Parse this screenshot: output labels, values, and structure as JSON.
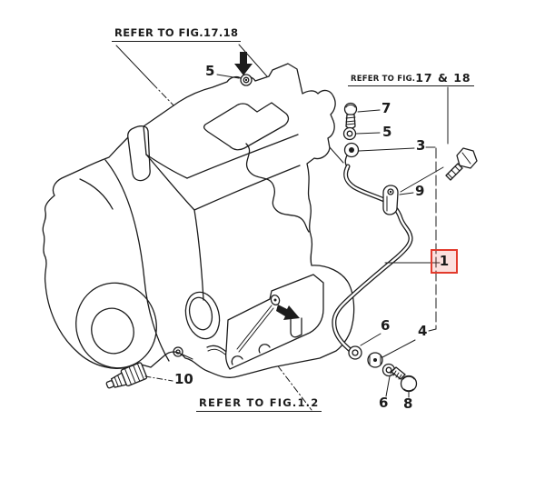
{
  "diagram_title": "engine-oil-pipe-parts-diagram",
  "colors": {
    "background": "#ffffff",
    "line": "#1c1c1c",
    "highlight_border": "#e23a2c",
    "highlight_fill": "rgba(238,85,72,0.18)"
  },
  "references": {
    "top_left": {
      "text": "REFER TO FIG.17.18"
    },
    "top_right": {
      "prefix": "REFER TO FIG.",
      "figures": "17 & 18"
    },
    "bottom": {
      "text": "REFER TO FIG.1.2"
    }
  },
  "callouts": {
    "grommet_top": {
      "label": "5"
    },
    "bolt_top_right": {
      "label": "7"
    },
    "washer_top_right": {
      "label": "5"
    },
    "eyelet_joint": {
      "label": "3"
    },
    "pipe_clamp": {
      "label": "9"
    },
    "oil_pipe_highlighted": {
      "label": "1",
      "highlighted": true
    },
    "washer_upper": {
      "label": "6"
    },
    "connector": {
      "label": "4"
    },
    "washer_lower": {
      "label": "6"
    },
    "bolt_lower": {
      "label": "8"
    },
    "oil_pressure_switch": {
      "label": "10"
    }
  }
}
